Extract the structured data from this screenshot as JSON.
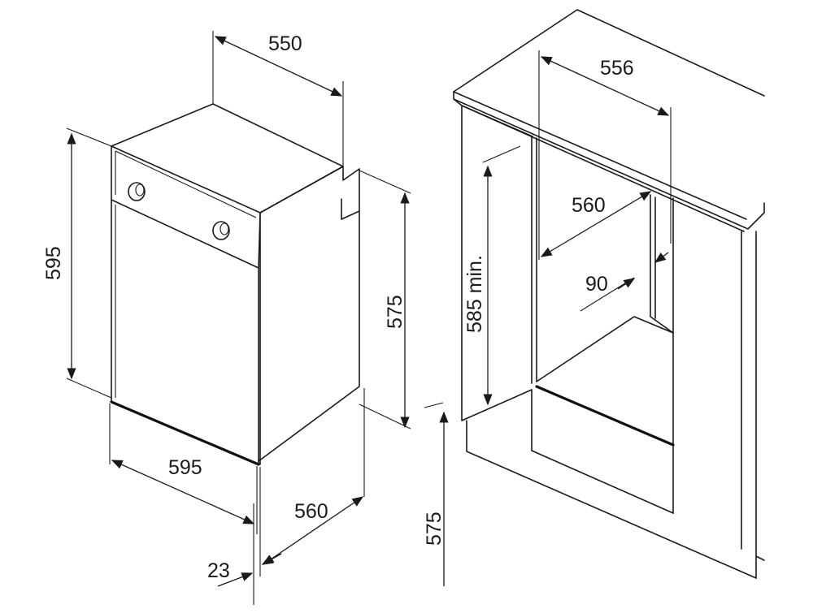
{
  "oven_dimensions": {
    "depth": "550",
    "height": "595",
    "width": "595",
    "body_height": "575",
    "body_width": "560",
    "front_offset": "23"
  },
  "niche_dimensions": {
    "depth": "556",
    "width": "560",
    "height_min": "585 min.",
    "rear_gap": "90",
    "floor_height": "575"
  }
}
